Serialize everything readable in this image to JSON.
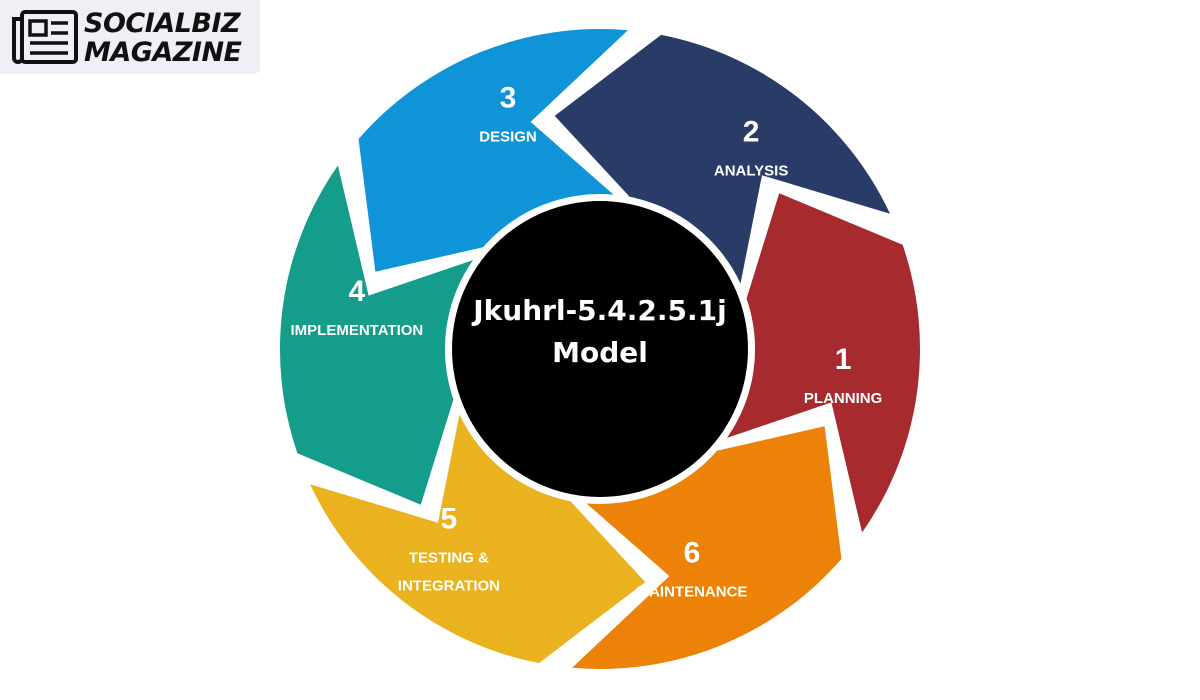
{
  "logo": {
    "line1": "SOCIALBIZ",
    "line2": "MAGAZINE",
    "icon": "newspaper-icon"
  },
  "center": {
    "line1": "Jkuhrl-5.4.2.5.1j",
    "line2": "Model"
  },
  "steps": [
    {
      "number": "1",
      "label": [
        "PLANNING"
      ],
      "color": "#a72a2e"
    },
    {
      "number": "2",
      "label": [
        "ANALYSIS"
      ],
      "color": "#283c67"
    },
    {
      "number": "3",
      "label": [
        "DESIGN"
      ],
      "color": "#0f94d8"
    },
    {
      "number": "4",
      "label": [
        "IMPLEMENTATION"
      ],
      "color": "#139d8a"
    },
    {
      "number": "5",
      "label": [
        "TESTING &",
        "INTEGRATION"
      ],
      "color": "#eab21f"
    },
    {
      "number": "6",
      "label": [
        "MAINTENANCE"
      ],
      "color": "#ec8208"
    }
  ],
  "colors": {
    "center_fill": "#000000",
    "background": "#ffffff",
    "logo_background": "#f1eef6"
  }
}
